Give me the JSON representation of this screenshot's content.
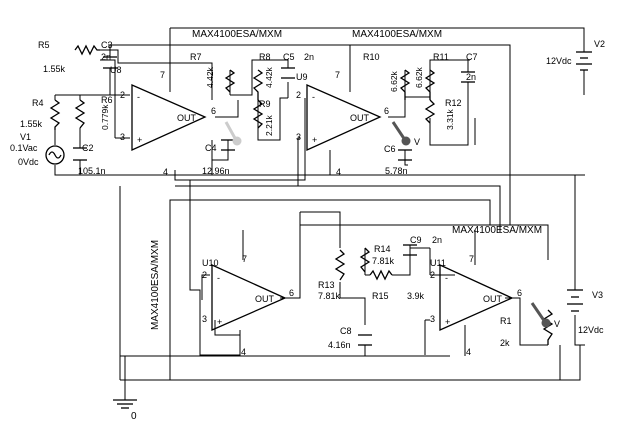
{
  "part_number": "MAX4100ESA/MXM",
  "sources": {
    "v1": {
      "name": "V1",
      "ac": "0.1Vac",
      "dc": "0Vdc"
    },
    "v2": {
      "name": "V2",
      "value": "12Vdc"
    },
    "v3": {
      "name": "V3",
      "value": "12Vdc"
    }
  },
  "opamps": {
    "u8": {
      "name": "U8",
      "out": "OUT",
      "pin_plus": "+",
      "pin_minus": "-",
      "p2": "2",
      "p3": "3",
      "p4": "4",
      "p6": "6",
      "p7": "7"
    },
    "u9": {
      "name": "U9",
      "out": "OUT",
      "pin_plus": "+",
      "pin_minus": "-",
      "p2": "2",
      "p3": "3",
      "p4": "4",
      "p6": "6",
      "p7": "7"
    },
    "u10": {
      "name": "U10",
      "out": "OUT",
      "pin_plus": "+",
      "pin_minus": "-",
      "p2": "2",
      "p3": "3",
      "p4": "4",
      "p6": "6",
      "p7": "7"
    },
    "u11": {
      "name": "U11",
      "out": "OUT",
      "pin_plus": "+",
      "pin_minus": "-",
      "p2": "2",
      "p3": "3",
      "p4": "4",
      "p6": "6",
      "p7": "7"
    }
  },
  "resistors": {
    "r1": {
      "name": "R1",
      "value": "2k"
    },
    "r4": {
      "name": "R4",
      "value": "1.55k"
    },
    "r5": {
      "name": "R5",
      "value": "1.55k"
    },
    "r6": {
      "name": "R6",
      "value": "0.779k"
    },
    "r7": {
      "name": "R7",
      "value": "4.42k"
    },
    "r8": {
      "name": "R8",
      "value": "4.42k"
    },
    "r9": {
      "name": "R9",
      "value": "2.21k"
    },
    "r10": {
      "name": "R10",
      "value": "6.62k"
    },
    "r11": {
      "name": "R11",
      "value": "6.62k"
    },
    "r12": {
      "name": "R12",
      "value": "3.31k"
    },
    "r13": {
      "name": "R13",
      "value": "7.81k"
    },
    "r14": {
      "name": "R14",
      "value": "7.81k"
    },
    "r15": {
      "name": "R15",
      "value": "3.9k"
    }
  },
  "capacitors": {
    "c2": {
      "name": "C2",
      "value": "105.1n"
    },
    "c3": {
      "name": "C3",
      "value": "2n"
    },
    "c4": {
      "name": "C4",
      "value": "12.96n"
    },
    "c5": {
      "name": "C5",
      "value": "2n"
    },
    "c6": {
      "name": "C6",
      "value": "5.78n"
    },
    "c7": {
      "name": "C7",
      "value": "2n"
    },
    "c8": {
      "name": "C8",
      "value": "4.16n"
    },
    "c9": {
      "name": "C9",
      "value": "2n"
    }
  },
  "probes": {
    "v_label": "V"
  },
  "ground": {
    "label": "0"
  },
  "colors": {
    "wire": "#000000",
    "probe_gray": "#cccccc",
    "probe_dark": "#555555",
    "background": "#ffffff"
  }
}
